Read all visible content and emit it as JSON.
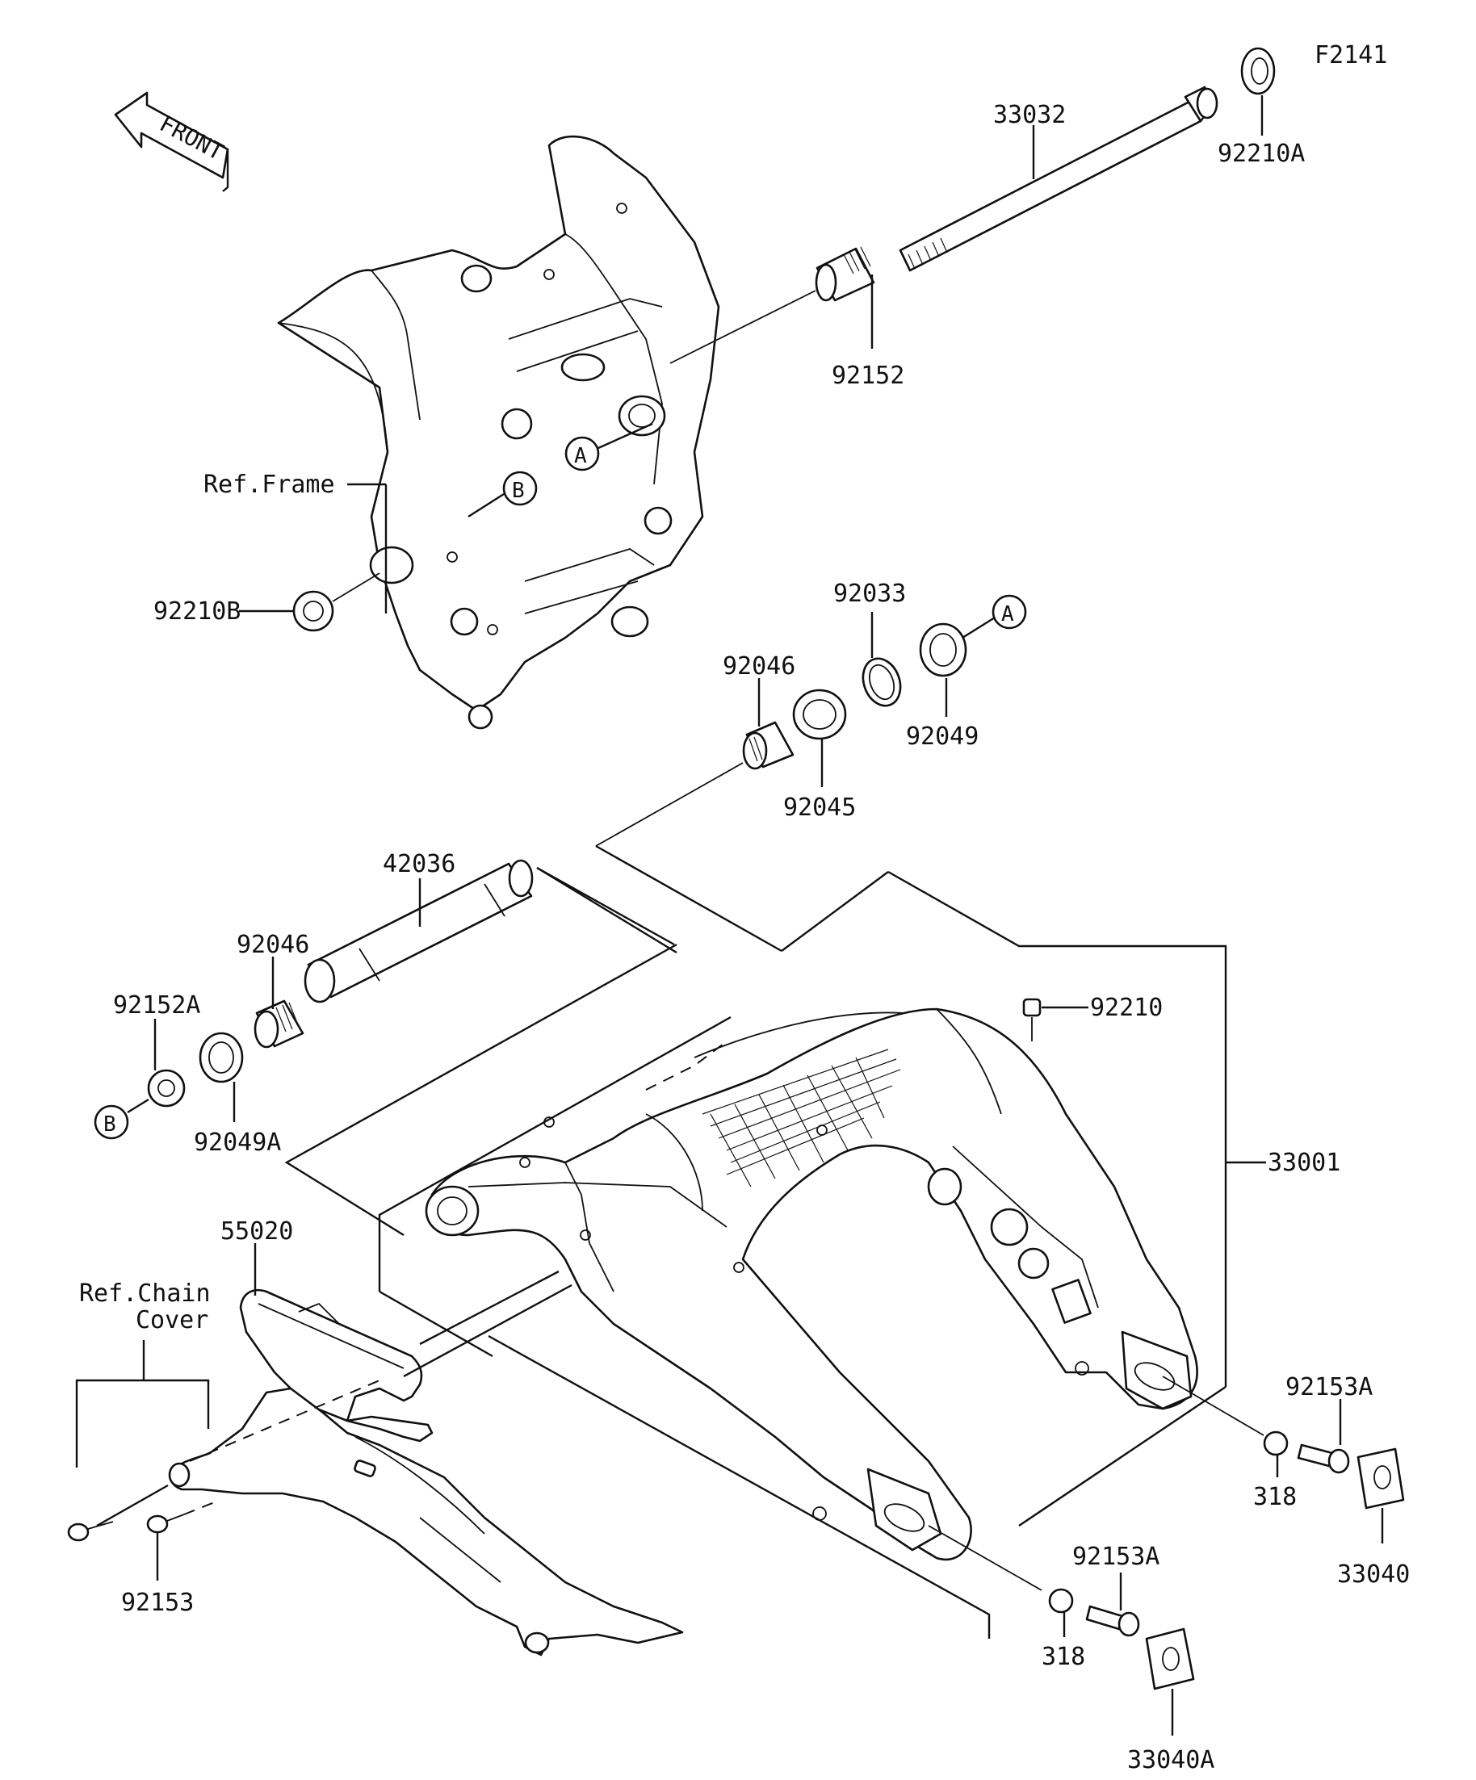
{
  "figure_code": "F2141",
  "front_label": "FRONT",
  "ref_frame_label": "Ref.Frame",
  "ref_chain_cover_label": [
    "Ref.Chain",
    "Cover"
  ],
  "markers": {
    "a": "A",
    "b": "B"
  },
  "parts": {
    "p33032": "33032",
    "p92210A": "92210A",
    "p92152": "92152",
    "p92210B": "92210B",
    "p92033": "92033",
    "p92049": "92049",
    "p92046_top": "92046",
    "p92045": "92045",
    "p42036": "42036",
    "p92046_left": "92046",
    "p92152A": "92152A",
    "p92049A": "92049A",
    "p92210": "92210",
    "p33001": "33001",
    "p55020": "55020",
    "p92153A_right": "92153A",
    "p318_right": "318",
    "p33040": "33040",
    "p92153": "92153",
    "p92153A_bottom": "92153A",
    "p318_bottom": "318",
    "p33040A": "33040A"
  }
}
